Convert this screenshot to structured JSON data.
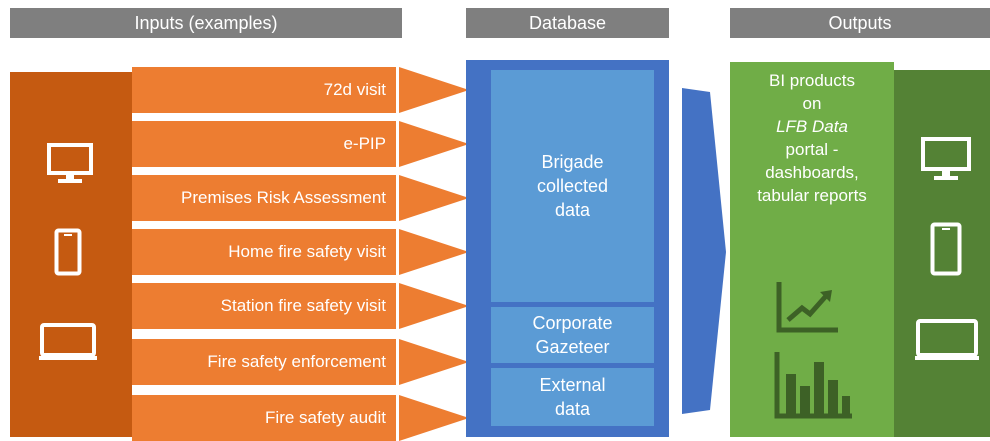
{
  "headers": {
    "inputs": "Inputs (examples)",
    "database": "Database",
    "outputs": "Outputs"
  },
  "inputs": [
    "72d visit",
    "e-PIP",
    "Premises Risk Assessment",
    "Home fire safety visit",
    "Station fire safety visit",
    "Fire safety enforcement",
    "Fire safety audit"
  ],
  "database": {
    "brigade": [
      "Brigade",
      "collected",
      "data"
    ],
    "gazetteer": [
      "Corporate",
      "Gazeteer"
    ],
    "external": [
      "External",
      "data"
    ]
  },
  "outputs": {
    "line1": "BI products",
    "line2": "on",
    "line3": "LFB Data",
    "line4": "portal -",
    "line5": "dashboards,",
    "line6": "tabular reports"
  },
  "icons": [
    "monitor-icon",
    "tablet-icon",
    "laptop-icon",
    "line-chart-icon",
    "bar-chart-icon"
  ],
  "colors": {
    "input_dark": "#c55a11",
    "input_arrow": "#ed7d31",
    "db_outer": "#4472c4",
    "db_inner": "#5b9bd5",
    "output_light": "#70ad47",
    "output_dark": "#548235",
    "header": "#7f7f7f"
  }
}
